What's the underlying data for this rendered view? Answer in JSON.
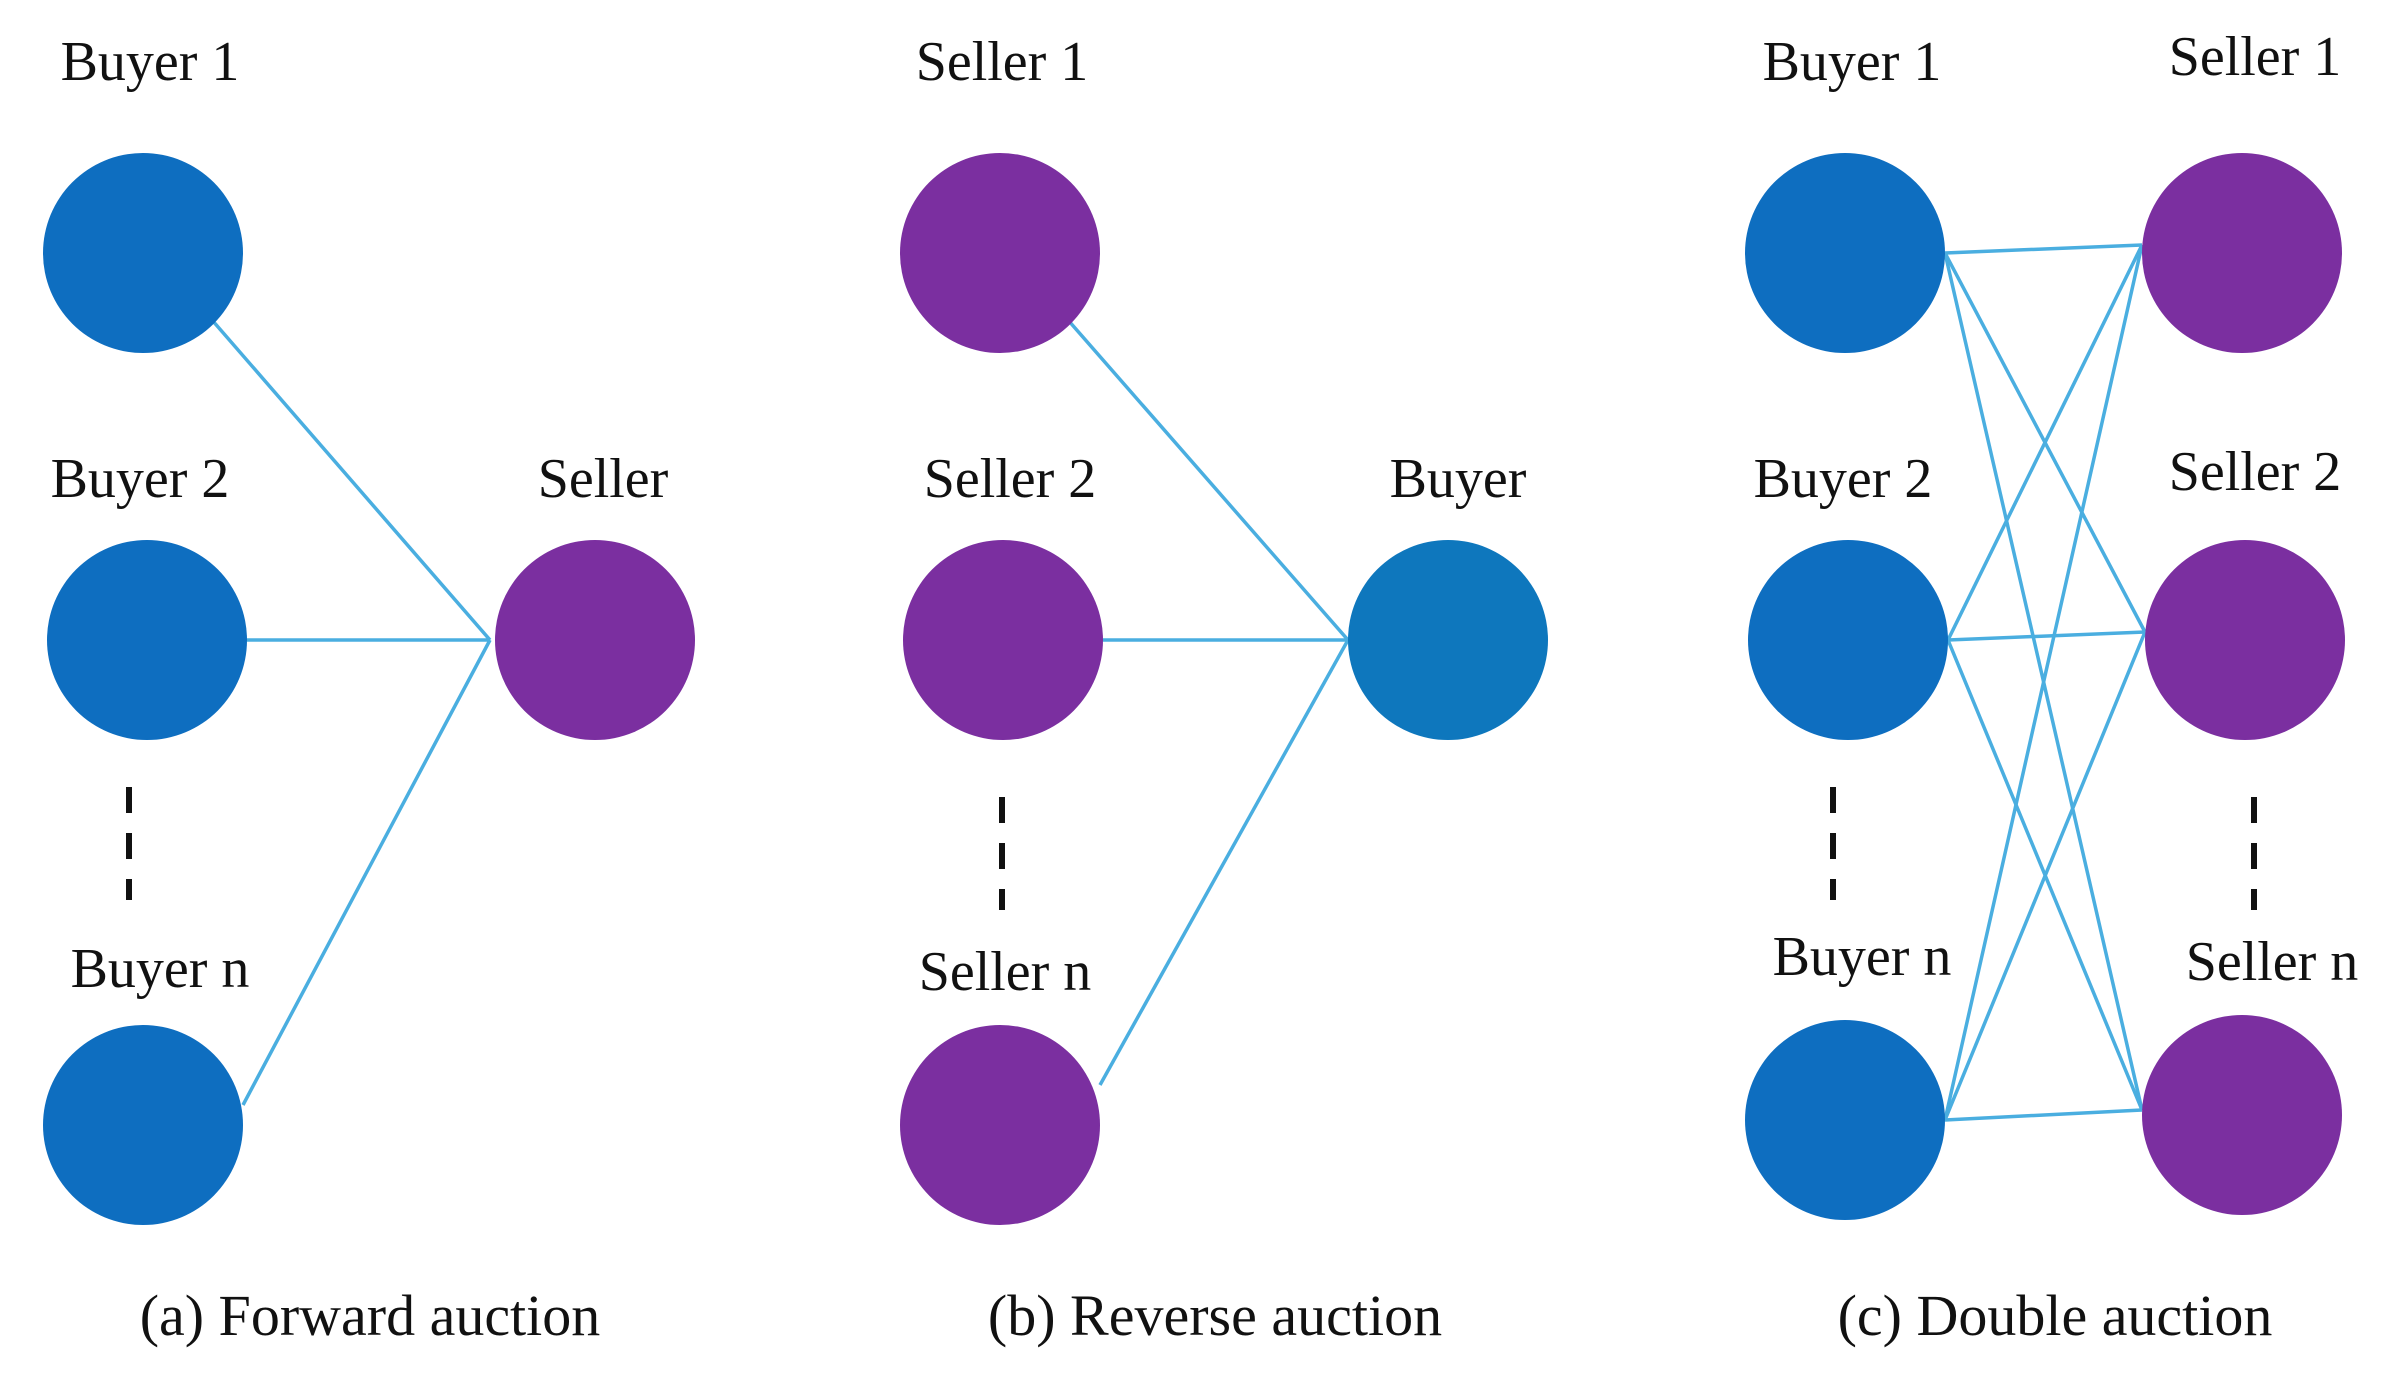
{
  "colors": {
    "buyer": "#0E6EC0",
    "buyer_single": "#0E77BD",
    "seller": "#7B2FA0",
    "edge": "#4AAEE0",
    "text": "#111111",
    "dots": "#111111"
  },
  "panels": [
    {
      "id": "forward",
      "caption": "(a) Forward auction",
      "left_labels": [
        "Buyer 1",
        "Buyer 2",
        "Buyer n"
      ],
      "left_role": "buyer",
      "right_labels": [
        "Seller"
      ],
      "right_role": "seller",
      "connections": [
        [
          0,
          0
        ],
        [
          1,
          0
        ],
        [
          2,
          0
        ]
      ]
    },
    {
      "id": "reverse",
      "caption": "(b) Reverse auction",
      "left_labels": [
        "Seller 1",
        "Seller 2",
        "Seller n"
      ],
      "left_role": "seller",
      "right_labels": [
        "Buyer"
      ],
      "right_role": "buyer_single",
      "connections": [
        [
          0,
          0
        ],
        [
          1,
          0
        ],
        [
          2,
          0
        ]
      ]
    },
    {
      "id": "double",
      "caption": "(c) Double auction",
      "left_labels": [
        "Buyer 1",
        "Buyer 2",
        "Buyer n"
      ],
      "left_role": "buyer",
      "right_labels": [
        "Seller 1",
        "Seller 2",
        "Seller n"
      ],
      "right_role": "seller",
      "connections": [
        [
          0,
          0
        ],
        [
          0,
          1
        ],
        [
          0,
          2
        ],
        [
          1,
          0
        ],
        [
          1,
          1
        ],
        [
          1,
          2
        ],
        [
          2,
          0
        ],
        [
          2,
          1
        ],
        [
          2,
          2
        ]
      ]
    }
  ]
}
